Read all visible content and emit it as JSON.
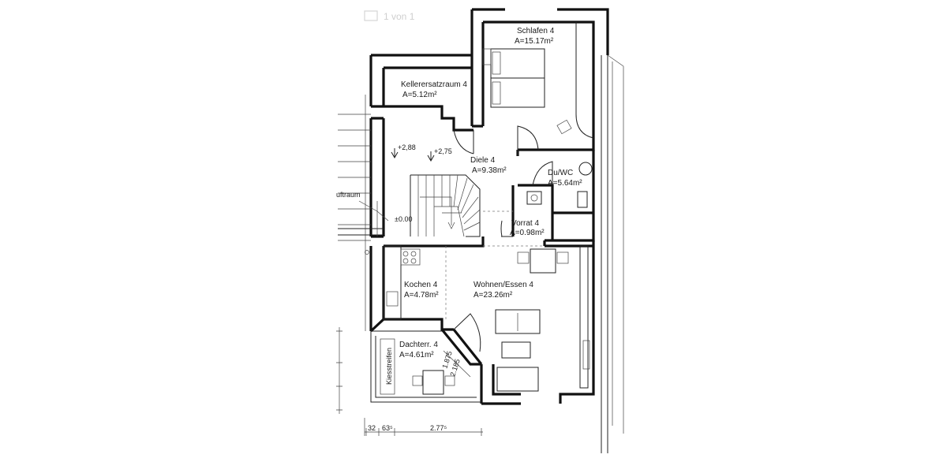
{
  "viewer": {
    "page_indicator": "1 von 1"
  },
  "rooms": [
    {
      "id": "schlafen",
      "name": "Schlafen  4",
      "area": "A=15.17m²"
    },
    {
      "id": "kellerersatzraum",
      "name": "Kellerersatzraum  4",
      "area": "A=5.12m²"
    },
    {
      "id": "diele",
      "name": "Diele  4",
      "area": "A=9.38m²"
    },
    {
      "id": "duwc",
      "name": "Du/WC",
      "area": "A=5.64m²"
    },
    {
      "id": "vorrat",
      "name": "Vorrat  4",
      "area": "A=0.98m²"
    },
    {
      "id": "kochen",
      "name": "Kochen  4",
      "area": "A=4.78m²"
    },
    {
      "id": "wohnen",
      "name": "Wohnen/Essen  4",
      "area": "A=23.26m²"
    },
    {
      "id": "dachterrasse",
      "name": "Dachterr.  4",
      "area": "A=4.61m²"
    }
  ],
  "levels": [
    "+2,88",
    "+2,75",
    "±0.00"
  ],
  "labels": {
    "luftraum": "uftraum",
    "kiesstreifen": "Kiesstreifen"
  },
  "dims": {
    "bottom": [
      "32",
      "63⁵",
      "2.77⁵"
    ],
    "diagonal": [
      "1.875",
      "2.185"
    ]
  }
}
